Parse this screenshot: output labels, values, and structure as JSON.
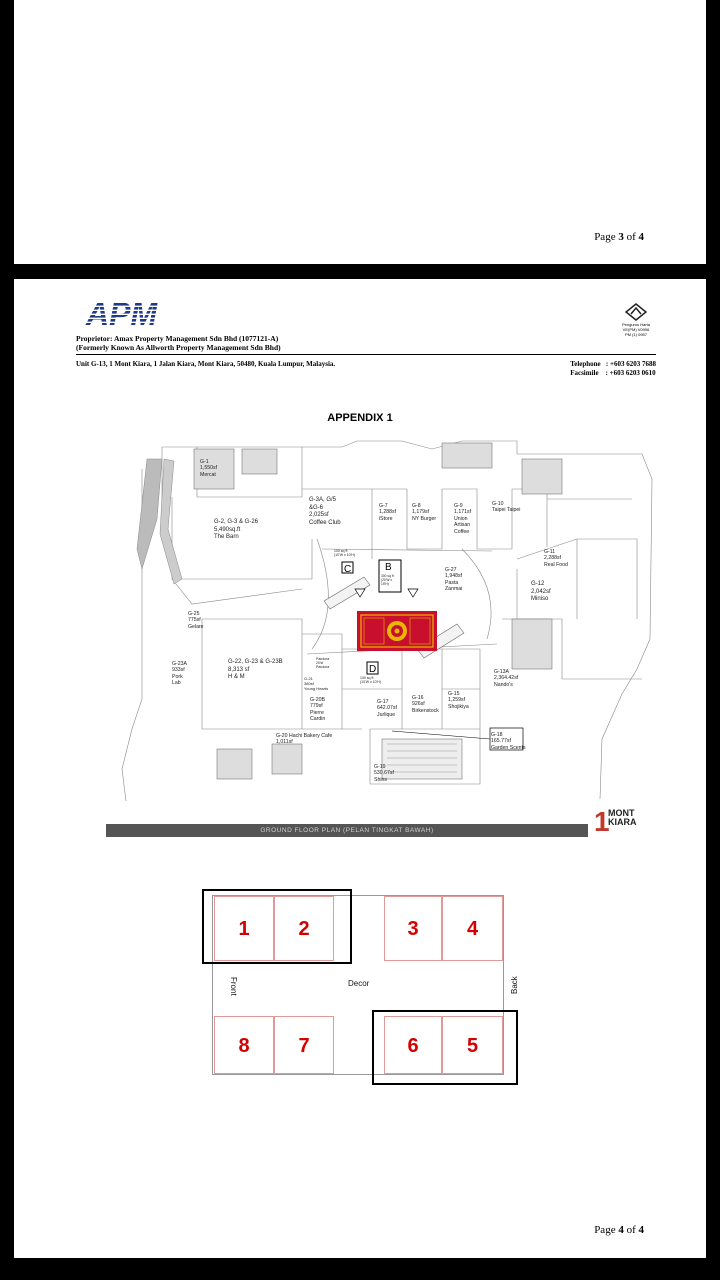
{
  "page_numbers": {
    "prev": {
      "prefix": "Page ",
      "current": "3",
      "of": " of ",
      "total": "4"
    },
    "current": {
      "prefix": "Page ",
      "current": "4",
      "of": " of ",
      "total": "4"
    }
  },
  "letterhead": {
    "logo_text": "APM",
    "proprietor": "Proprietor: Amax Property Management Sdn Bhd (1077121-A)",
    "formerly": "(Formerly Known As Allworth Property Management Sdn Bhd)",
    "address": "Unit G-13, 1 Mont Kiara, 1 Jalan Kiara, Mont Kiara, 50480, Kuala Lumpur, Malaysia.",
    "telephone_label": "Telephone",
    "telephone": ": +603 6203 7688",
    "facsimile_label": "Facsimile",
    "facsimile": ": +603 6203 0610",
    "emblem_text": "Pengurus Harta\nVE(PM) V0996\nPM (1) 0957"
  },
  "appendix_title": "APPENDIX 1",
  "floor_plan": {
    "units": [
      {
        "id": "g1",
        "text": "G-1\n1,550sf\nMercat"
      },
      {
        "id": "g2",
        "text": "G-2, G-3 & G-26\n5,490sq.ft\nThe Barn"
      },
      {
        "id": "g3a",
        "text": "G-3A, G/5\n&G-6\n2,025sf\nCoffee Club"
      },
      {
        "id": "g7",
        "text": "G-7\n1,288sf\niStore"
      },
      {
        "id": "g8",
        "text": "G-8\n1,179sf\nNY Burger"
      },
      {
        "id": "g9",
        "text": "G-9\n1,171sf\nUnion\nArtisan\nCoffee"
      },
      {
        "id": "g10",
        "text": "G-10\nTaipei Taipei"
      },
      {
        "id": "g11",
        "text": "G-11\n2,288sf\nReal Food"
      },
      {
        "id": "g12",
        "text": "G-12\n2,042sf\nMiniso"
      },
      {
        "id": "g27",
        "text": "G-27\n1,948sf\nPasta\nZanmai"
      },
      {
        "id": "g25",
        "text": "G-25\n775sf\nGelare"
      },
      {
        "id": "g23a",
        "text": "G-23A\n933sf\nPork\nLab"
      },
      {
        "id": "g22",
        "text": "G-22, G-23 & G-23B\n8,313 sf\nH & M"
      },
      {
        "id": "g21",
        "text": "G-21\n380sf\nYoung Hearts"
      },
      {
        "id": "g20b",
        "text": "G-20B\n779sf\nPierre\nCardin"
      },
      {
        "id": "g20",
        "text": "G-20 Hachi Bakery Cafe\n1,011sf"
      },
      {
        "id": "g17",
        "text": "G-17\n642.07sf\nJurlique"
      },
      {
        "id": "g16",
        "text": "G-16\n926sf\nBirkenstock"
      },
      {
        "id": "g15",
        "text": "G-15\n1,259sf\nShojikiya"
      },
      {
        "id": "g13a",
        "text": "G-13A\n2,364.42sf\nNando's"
      },
      {
        "id": "g18",
        "text": "G-18\n165.77sf\nGarden Scents"
      },
      {
        "id": "g19",
        "text": "G-19\n530.67sf\nShins"
      }
    ],
    "zone_c_label": "C",
    "zone_b_label": "B",
    "zone_d_label": "D",
    "zone_c_note": "100 sq ft\n(10'W x 10'H)",
    "zone_b_note": "300 sq ft\n(20'W x\n15'H)",
    "zone_d_note": "100 sq ft\n(10'W x 10'H)",
    "pandora_note": "Pandora\n20'sf\nPandora",
    "banner": "GROUND FLOOR PLAN (PELAN TINGKAT BAWAH)",
    "brand_num": "1",
    "brand_line1": "MONT",
    "brand_line2": "KIARA"
  },
  "booth_layout": {
    "booths": [
      "1",
      "2",
      "3",
      "4",
      "8",
      "7",
      "6",
      "5"
    ],
    "decor": "Decor",
    "front": "Front",
    "back": "Back"
  },
  "colors": {
    "booth_number": "#d40000",
    "booth_border": "#e09a9a",
    "carpet_red": "#c8102e",
    "carpet_gold": "#e8b800",
    "brand_red": "#c0392b"
  }
}
